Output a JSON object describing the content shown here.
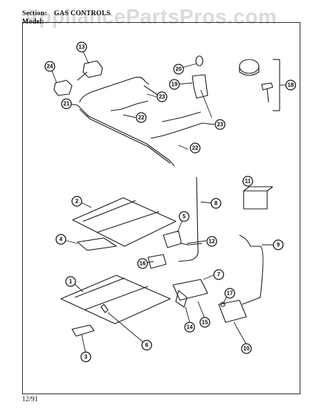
{
  "header": {
    "section_label": "Section:",
    "section_value": "GAS CONTROLS",
    "model_label": "Model:"
  },
  "watermark": "AppliancePartsPros.com",
  "footer": {
    "date": "12/91"
  },
  "callouts": [
    "1",
    "2",
    "3",
    "4",
    "5",
    "6",
    "7",
    "8",
    "9",
    "10",
    "11",
    "12",
    "13",
    "14",
    "15",
    "16",
    "17",
    "18",
    "19",
    "20",
    "21",
    "22",
    "22",
    "23",
    "23",
    "24"
  ]
}
